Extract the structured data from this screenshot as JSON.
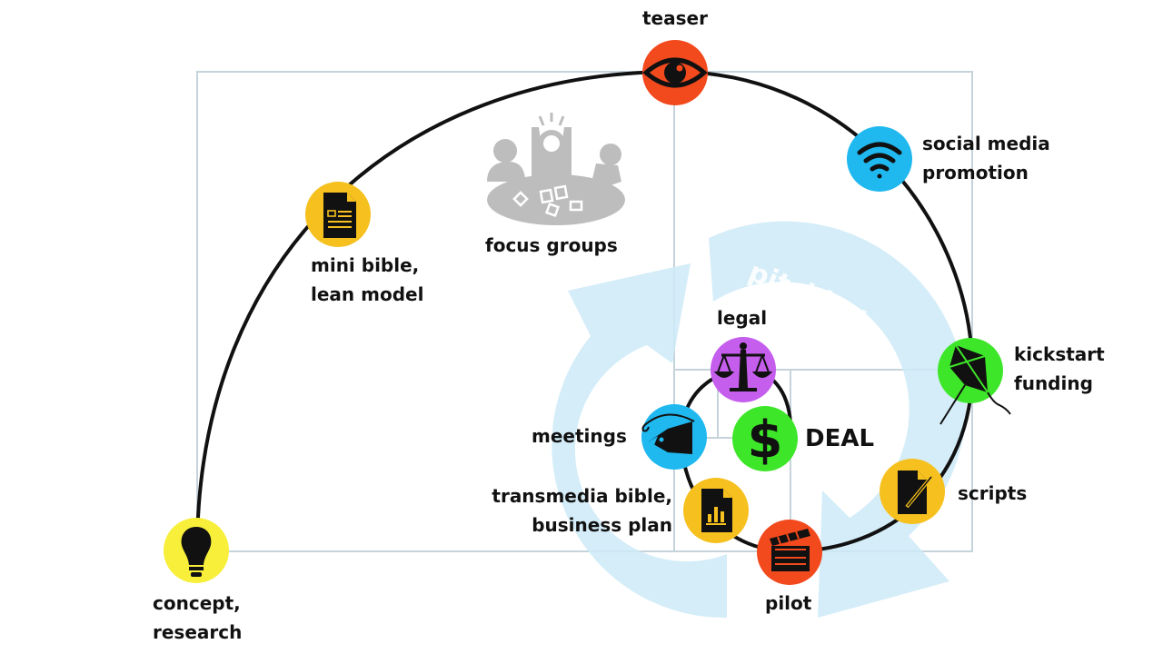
{
  "diagram": {
    "title_cycle_label": "pitching",
    "deal_label": "DEAL",
    "colors": {
      "grid": "#c5d3db",
      "spiral": "#111111",
      "cycle_arrow": "#cdeaf7",
      "yellow_light": "#f7ef3a",
      "orange_yellow": "#f6c01e",
      "red_orange": "#f2491d",
      "sky_blue": "#1fb8ef",
      "green": "#3ee62a",
      "purple": "#c55ded",
      "grey_icon": "#bdbdbd"
    },
    "stages": [
      {
        "id": "concept",
        "label": "concept,\nresearch",
        "icon": "lightbulb-icon",
        "color": "#f7ef3a"
      },
      {
        "id": "mini-bible",
        "label": "mini bible,\nlean model",
        "icon": "document-icon",
        "color": "#f6c01e"
      },
      {
        "id": "focus-groups",
        "label": "focus groups",
        "icon": "focus-group-icon",
        "color": "#bdbdbd"
      },
      {
        "id": "teaser",
        "label": "teaser",
        "icon": "eye-icon",
        "color": "#f2491d"
      },
      {
        "id": "social-media",
        "label": "social media\npromotion",
        "icon": "wifi-icon",
        "color": "#1fb8ef"
      },
      {
        "id": "kickstart",
        "label": "kickstart\nfunding",
        "icon": "kite-icon",
        "color": "#3ee62a"
      },
      {
        "id": "scripts",
        "label": "scripts",
        "icon": "script-pen-icon",
        "color": "#f6c01e"
      },
      {
        "id": "pilot",
        "label": "pilot",
        "icon": "clapperboard-icon",
        "color": "#f2491d"
      },
      {
        "id": "transmedia",
        "label": "transmedia bible,\nbusiness plan",
        "icon": "chart-document-icon",
        "color": "#f6c01e"
      },
      {
        "id": "meetings",
        "label": "meetings",
        "icon": "fish-hook-icon",
        "color": "#1fb8ef"
      },
      {
        "id": "legal",
        "label": "legal",
        "icon": "scales-icon",
        "color": "#c55ded"
      },
      {
        "id": "deal",
        "label": "DEAL",
        "icon": "dollar-icon",
        "color": "#3ee62a"
      }
    ]
  }
}
